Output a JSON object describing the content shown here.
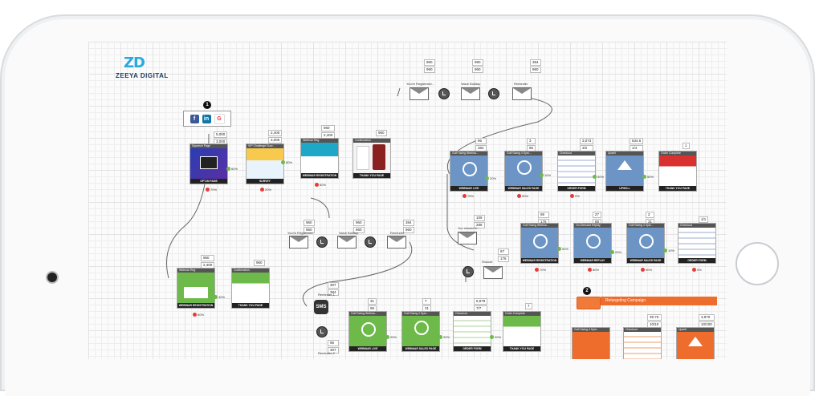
{
  "logo": {
    "mark": "ZD",
    "name": "ZEEYA DIGITAL"
  },
  "badges": {
    "one": "1",
    "two": "2"
  },
  "sources": [
    {
      "icon": "facebook-icon",
      "glyph": "f",
      "color": "#3b5998"
    },
    {
      "icon": "linkedin-icon",
      "glyph": "in",
      "color": "#0e76a8"
    },
    {
      "icon": "google-icon",
      "glyph": "G",
      "color": "#ffffff"
    }
  ],
  "pages": [
    {
      "id": "optin",
      "header": "Squeeze Page",
      "caption": "OPT-IN PAGE",
      "thumb": "optin",
      "stats": [
        "5,000",
        "3,000"
      ],
      "out_pct": "60%",
      "loss_pct": "70%"
    },
    {
      "id": "survey",
      "header": "VIP Challenge Surv...",
      "caption": "SURVEY",
      "thumb": "survey",
      "stats": [
        "2,400",
        "3,000"
      ],
      "out_pct": "80%",
      "loss_pct": "20%"
    },
    {
      "id": "webreg1",
      "header": "Webinar Reg",
      "caption": "WEBINAR REGISTRATION",
      "thumb": "webreg",
      "stats": [
        "960",
        "2,400"
      ],
      "out_pct": "",
      "loss_pct": "60%"
    },
    {
      "id": "thanks1",
      "header": "Confirmation",
      "caption": "THANK YOU PAGE",
      "thumb": "thanks-phone",
      "stats": [
        "960"
      ],
      "out_pct": "",
      "loss_pct": ""
    },
    {
      "id": "webinar-live",
      "header": "Golf Swing Webina...",
      "caption": "WEBINAR LIVE",
      "thumb": "live",
      "stats": [
        "96",
        "384"
      ],
      "out_pct": "20%",
      "loss_pct": "75%"
    },
    {
      "id": "webinar-sales",
      "header": "Golf Swing 4 Syst...",
      "caption": "WEBINAR SALES PAGE",
      "thumb": "sales",
      "stats": [
        "3",
        "96"
      ],
      "out_pct": "10%",
      "loss_pct": "90%"
    },
    {
      "id": "order1",
      "header": "Checkout",
      "caption": "ORDER FORM",
      "thumb": "order",
      "stats": [
        "3,073",
        "3/2"
      ],
      "out_pct": "50%",
      "loss_pct": "0%"
    },
    {
      "id": "upsell",
      "header": "Upsell",
      "caption": "UPSELL",
      "thumb": "upsell",
      "stats": [
        "534.6",
        "1/4"
      ],
      "out_pct": "50%",
      "loss_pct": ""
    },
    {
      "id": "thanks2",
      "header": "Order Complete",
      "caption": "THANK YOU PAGE",
      "thumb": "thanks-red",
      "stats": [
        "1"
      ],
      "out_pct": "",
      "loss_pct": ""
    },
    {
      "id": "webreg2",
      "header": "Webinar Reg",
      "caption": "WEBINAR REGISTRATION",
      "thumb": "webreg-green",
      "stats": [
        "960",
        "2,400"
      ],
      "out_pct": "40%",
      "loss_pct": "60%"
    },
    {
      "id": "thanks3",
      "header": "Confirmation",
      "caption": "THANK YOU PAGE",
      "thumb": "thanks-green",
      "stats": [
        "960"
      ],
      "out_pct": "",
      "loss_pct": ""
    },
    {
      "id": "webinar-live2",
      "header": "Golf Swing Webina...",
      "caption": "WEBINAR REGISTRATION",
      "thumb": "live",
      "stats": [
        "88",
        "176"
      ],
      "out_pct": "50%",
      "loss_pct": "70%"
    },
    {
      "id": "replay",
      "header": "On-Demand Replay",
      "caption": "WEBINAR REPLAY",
      "thumb": "replay",
      "stats": [
        "27",
        "88"
      ],
      "out_pct": "20%",
      "loss_pct": "80%"
    },
    {
      "id": "sales2",
      "header": "Golf Swing 4 Syst...",
      "caption": "WEBINAR SALES PAGE",
      "thumb": "sales",
      "stats": [
        "2",
        "31"
      ],
      "out_pct": "10%",
      "loss_pct": "90%"
    },
    {
      "id": "order2",
      "header": "Checkout",
      "caption": "ORDER FORM",
      "thumb": "order",
      "stats": [
        "1/1"
      ],
      "out_pct": "",
      "loss_pct": "0%"
    },
    {
      "id": "live3",
      "header": "Golf Swing Webina...",
      "caption": "WEBINAR LIVE",
      "thumb": "live-green",
      "stats": [
        "31",
        "96"
      ],
      "out_pct": "20%",
      "loss_pct": ""
    },
    {
      "id": "sales3",
      "header": "Golf Swing 4 Syst...",
      "caption": "WEBINAR SALES PAGE",
      "thumb": "sales-green",
      "stats": [
        "7",
        "31"
      ],
      "out_pct": "20%",
      "loss_pct": ""
    },
    {
      "id": "order3",
      "header": "Checkout",
      "caption": "ORDER FORM",
      "thumb": "order",
      "stats": [
        "6,979",
        "7/7"
      ],
      "out_pct": "20%",
      "loss_pct": ""
    },
    {
      "id": "thanks4",
      "header": "Order Complete",
      "caption": "THANK YOU PAGE",
      "thumb": "thanks-green",
      "stats": [
        "7"
      ],
      "out_pct": "",
      "loss_pct": ""
    },
    {
      "id": "retarget-sales",
      "header": "Golf Swing 4 Syst...",
      "caption": "",
      "thumb": "orange",
      "stats": [
        "",
        ""
      ],
      "out_pct": "",
      "loss_pct": ""
    },
    {
      "id": "retarget-order",
      "header": "Checkout",
      "caption": "",
      "thumb": "orange-order",
      "stats": [
        "39.7K",
        "10/10"
      ],
      "out_pct": "",
      "loss_pct": ""
    },
    {
      "id": "retarget-upsell",
      "header": "Upsell",
      "caption": "",
      "thumb": "orange-up",
      "stats": [
        "3,970",
        "10/100"
      ],
      "out_pct": "",
      "loss_pct": ""
    }
  ],
  "emails_top": [
    {
      "label": "You're Registered...",
      "stats": [
        "960",
        "960"
      ]
    },
    {
      "label": "Value Buildup",
      "stats": [
        "960",
        "960"
      ]
    },
    {
      "label": "Reminder",
      "stats": [
        "384",
        "960"
      ]
    }
  ],
  "emails_mid": [
    {
      "label": "You're Registered",
      "stats": [
        "960",
        "960"
      ]
    },
    {
      "label": "Value Buildup",
      "stats": [
        "960",
        "960"
      ]
    },
    {
      "label": "Reminder",
      "stats": [
        "384",
        "960"
      ]
    }
  ],
  "emails_side": [
    {
      "label": "You missed it...",
      "stats": [
        "109",
        "288"
      ]
    },
    {
      "label": "Snooze",
      "stats": [
        "67",
        "176"
      ]
    }
  ],
  "sms": {
    "label": "SMS",
    "reminder1": "Reminder 1",
    "reminder2": "Reminder 2",
    "stats1": [
      "307",
      "384"
    ],
    "stats2": [
      "96",
      "307"
    ]
  },
  "retargeting": {
    "title": "Retargeting Campaign"
  },
  "colors": {
    "green": "#6dba4a",
    "blue": "#6c95c6",
    "red": "#e8393b",
    "orange": "#ee6d2d"
  }
}
